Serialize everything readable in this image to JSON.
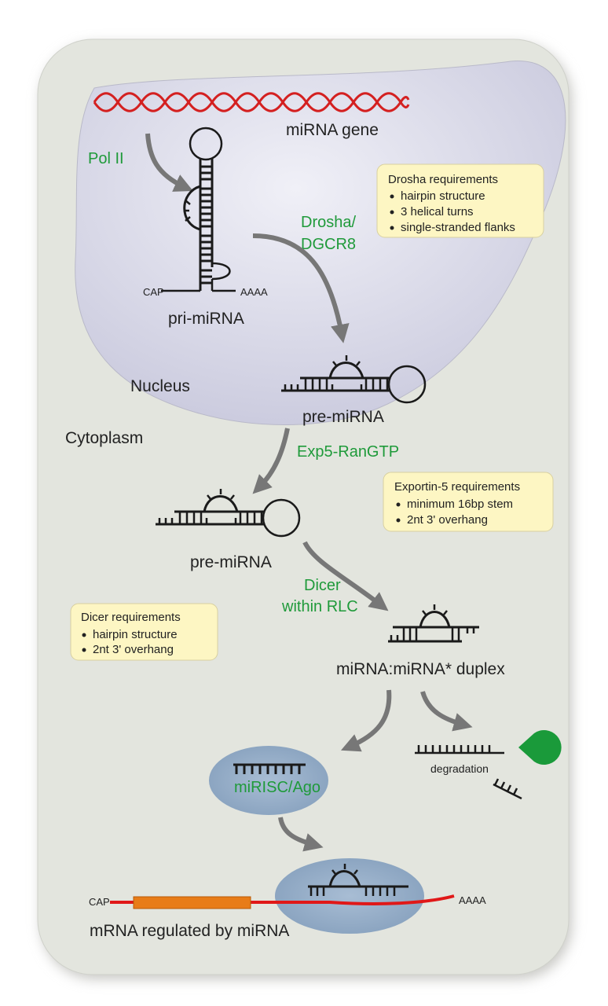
{
  "labels": {
    "mirna_gene": "miRNA gene",
    "pol2": "Pol II",
    "drosha_line1": "Drosha/",
    "drosha_line2": "DGCR8",
    "cap1": "CAP",
    "aaaa1": "AAAA",
    "pri_mirna": "pri-miRNA",
    "nucleus": "Nucleus",
    "pre_mirna_1": "pre-miRNA",
    "cytoplasm": "Cytoplasm",
    "exp5": "Exp5-RanGTP",
    "pre_mirna_2": "pre-miRNA",
    "dicer_line1": "Dicer",
    "dicer_line2": "within RLC",
    "duplex": "miRNA:miRNA* duplex",
    "degradation": "degradation",
    "mirisc": "miRISC/Ago",
    "cap2": "CAP",
    "aaaa2": "AAAA",
    "mrna": "mRNA regulated by miRNA"
  },
  "drosha_box": {
    "title": "Drosha requirements",
    "items": [
      "hairpin structure",
      "3 helical turns",
      "single-stranded flanks"
    ]
  },
  "exportin_box": {
    "title": "Exportin-5 requirements",
    "items": [
      "minimum 16bp stem",
      "2nt 3' overhang"
    ]
  },
  "dicer_box": {
    "title": "Dicer requirements",
    "items": [
      "hairpin structure",
      "2nt 3' overhang"
    ]
  },
  "colors": {
    "cell": "#e3e5de",
    "nucleus": "#dcdcea",
    "enzyme_text": "#1f9a3a",
    "note_box": "#fdf6c3",
    "ago": "#8fa8c4",
    "dna": "#d42020",
    "mrna_line": "#e01818",
    "orf": "#e87c18",
    "pacman": "#1a9a3a",
    "arrow": "#777777"
  }
}
